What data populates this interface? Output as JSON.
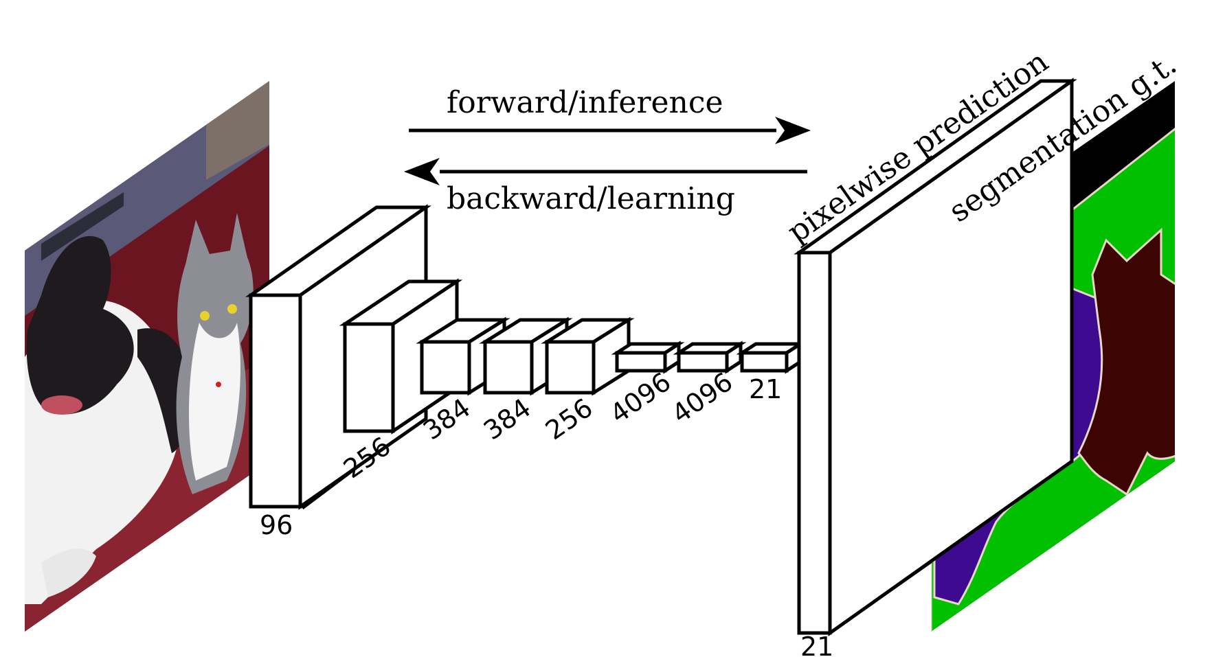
{
  "arrows": {
    "forward_label": "forward/inference",
    "backward_label": "backward/learning"
  },
  "panels": {
    "prediction_label": "pixelwise prediction",
    "ground_truth_label": "segmentation g.t."
  },
  "layers": {
    "labels": [
      "96",
      "256",
      "384",
      "384",
      "256",
      "4096",
      "4096",
      "21"
    ],
    "output_label": "21"
  },
  "colors": {
    "background": "#ffffff",
    "ink": "#000000",
    "gt_background": "#000000",
    "gt_green": "#00c000",
    "gt_dog": "#3e0a8f",
    "gt_cat": "#3d0404",
    "gt_blue": "#0f4f94",
    "photo_sofa": "#6a1520",
    "photo_wall": "#5a5a78"
  }
}
